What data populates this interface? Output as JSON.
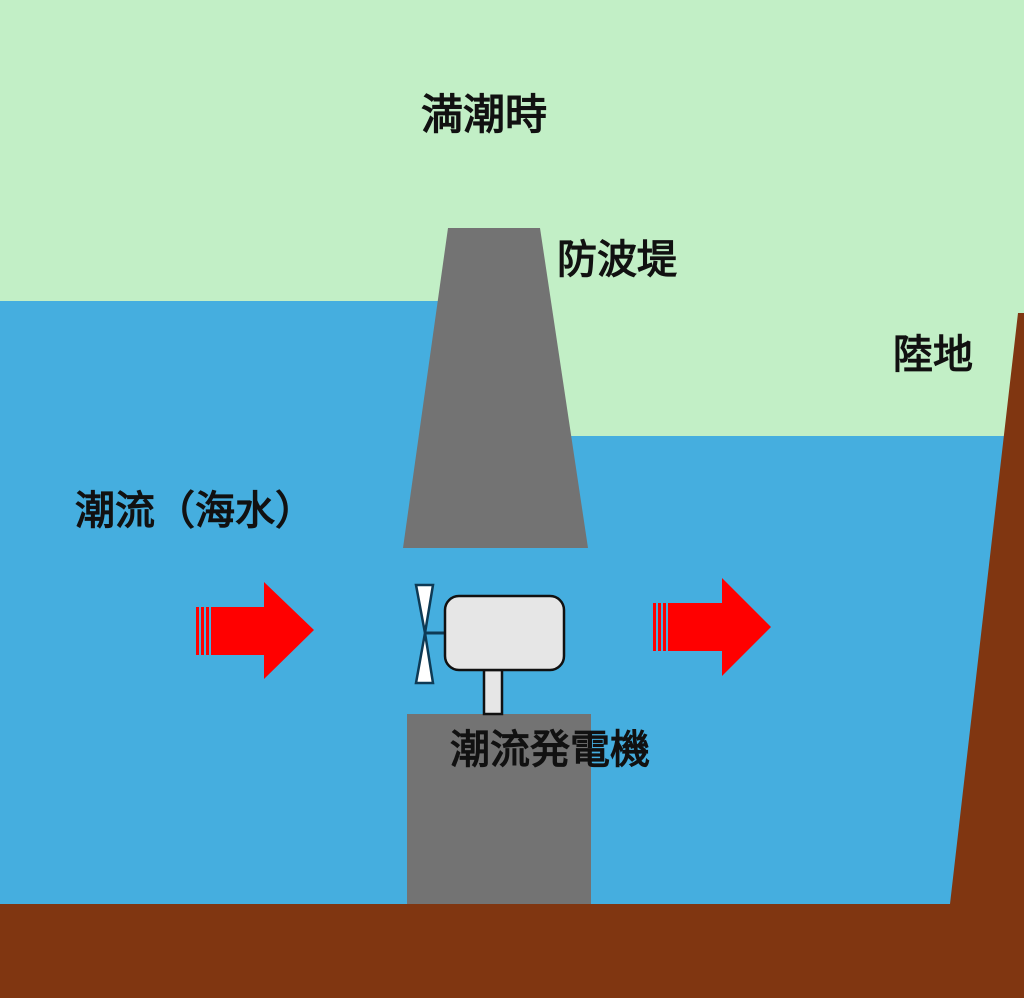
{
  "labels": {
    "high_tide": "満潮時",
    "breakwater": "防波堤",
    "land": "陸地",
    "tidal_current": "潮流（海水）",
    "tidal_generator": "潮流発電機"
  },
  "colors": {
    "sky": "#c2efc6",
    "sea": "#45aedf",
    "breakwater": "#737373",
    "ground": "#803611",
    "arrow": "#ff0000",
    "generator_body": "#e6e6e6",
    "outline": "#111111"
  },
  "icons": {
    "flow_arrow": "red-right-arrow",
    "generator": "turbine-generator",
    "propeller": "propeller"
  }
}
